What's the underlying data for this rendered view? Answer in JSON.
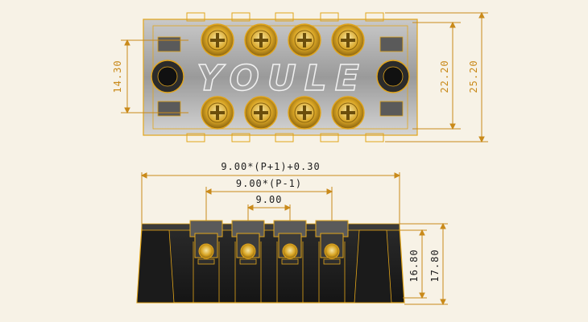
{
  "drawing": {
    "brand_watermark": "YOULE",
    "top_view": {
      "dims": {
        "left_height": "14.30",
        "right_inner_height": "22.20",
        "right_outer_height": "25.20"
      },
      "screw_rows": 2,
      "screws_per_row": 4
    },
    "front_view": {
      "dims": {
        "overall_width": "9.00*(P+1)+0.30",
        "pitch_span": "9.00*(P-1)",
        "pitch": "9.00",
        "inner_height": "16.80",
        "outer_height": "17.80"
      },
      "positions": 4
    },
    "colors": {
      "background": "#f7f2e6",
      "dimension": "#c98a1a",
      "outline": "#e2a51a",
      "body_dark": "#1b1b1b",
      "body_light": "#d9d9d9"
    }
  }
}
